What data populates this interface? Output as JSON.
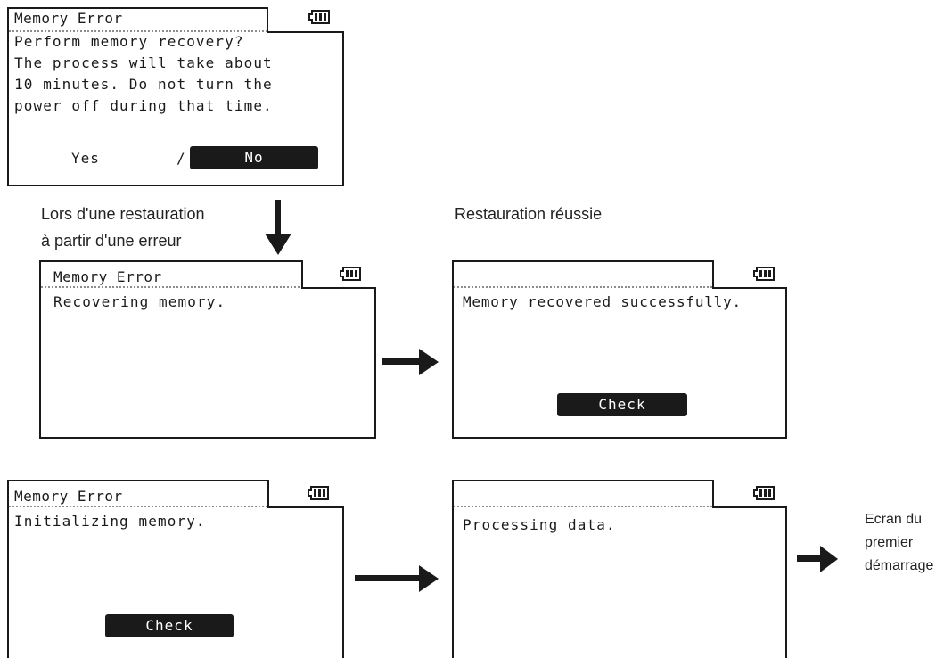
{
  "battery_icon": "battery-icon",
  "screens": {
    "prompt": {
      "title": "Memory Error",
      "lines": [
        "Perform memory recovery?",
        "The process will take about",
        "10 minutes. Do not turn the",
        "power off during that time."
      ],
      "yes_label": "Yes",
      "separator": "/",
      "no_label": "No"
    },
    "recovering": {
      "title": "Memory Error",
      "message": "Recovering memory."
    },
    "success": {
      "title": "",
      "message": "Memory recovered successfully.",
      "button_label": "Check"
    },
    "initializing": {
      "title": "Memory Error",
      "message": "Initializing memory.",
      "button_label": "Check"
    },
    "processing": {
      "title": "",
      "message": "Processing data."
    }
  },
  "captions": {
    "restore_from_error_line1": "Lors d'une restauration",
    "restore_from_error_line2": "à partir d'une erreur",
    "restore_success": "Restauration réussie",
    "first_startup_line1": "Ecran du",
    "first_startup_line2": "premier",
    "first_startup_line3": "démarrage"
  }
}
